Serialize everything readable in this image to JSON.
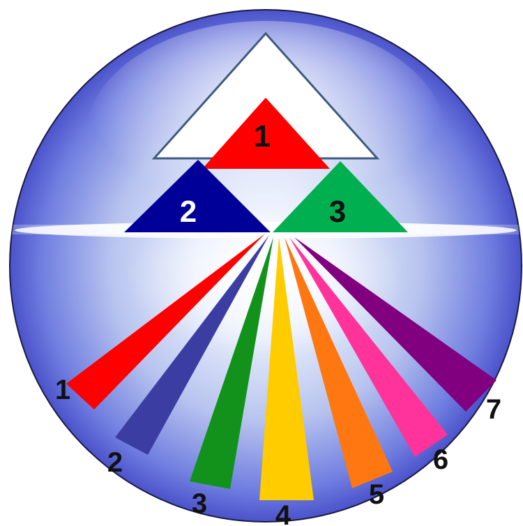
{
  "triangles": {
    "top_number": "1",
    "left_number": "2",
    "right_number": "3"
  },
  "rays": [
    {
      "number": "1",
      "color": "#ff0000"
    },
    {
      "number": "2",
      "color": "#3b3da3"
    },
    {
      "number": "3",
      "color": "#12921b"
    },
    {
      "number": "4",
      "color": "#ffcc00"
    },
    {
      "number": "5",
      "color": "#ff7711"
    },
    {
      "number": "6",
      "color": "#ff3399"
    },
    {
      "number": "7",
      "color": "#800080"
    }
  ],
  "colors": {
    "outer_triangle": "#ffffff",
    "outer_triangle_stroke": "#3d5a80",
    "red_triangle": "#ff0000",
    "blue_triangle": "#000099",
    "green_triangle": "#00b050",
    "orb_edge": "#2d2fb8",
    "orb_glow": "#ffffff"
  }
}
